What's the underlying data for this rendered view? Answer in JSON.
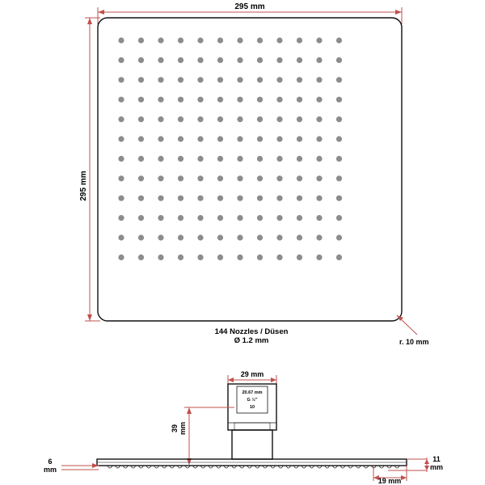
{
  "top_view": {
    "width_label": "295 mm",
    "height_label": "295 mm",
    "nozzles_label": "144 Nozzles / Düsen",
    "diameter_label": "Ø 1.2 mm",
    "radius_label": "r. 10 mm",
    "nozzle_rows": 12,
    "nozzle_cols": 12
  },
  "side_view": {
    "connector_width_label": "29 mm",
    "thread_size_label": "20.67 mm",
    "thread_type_label": "G ½\"",
    "thread_length_label": "10",
    "height_label_value": "39",
    "height_label_unit": "mm",
    "thickness_left_value": "6",
    "thickness_left_unit": "mm",
    "thickness_right_value": "11",
    "thickness_right_unit": "mm",
    "edge_label": "19 mm"
  },
  "colors": {
    "dimension_line": "#c0504d",
    "outline": "#111111",
    "nozzle": "#8c8c8c"
  }
}
